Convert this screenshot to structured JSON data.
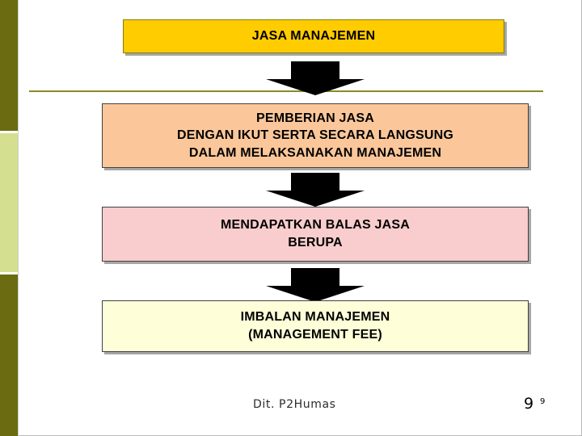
{
  "slide": {
    "title_box": {
      "label": "JASA MANAJEMEN",
      "color": "#ffcc00"
    },
    "steps": [
      {
        "label": "PEMBERIAN JASA\nDENGAN IKUT SERTA SECARA LANGSUNG\nDALAM MELAKSANAKAN MANAJEMEN",
        "color": "#fbc79a"
      },
      {
        "label": "MENDAPATKAN BALAS JASA\nBERUPA",
        "color": "#f9cdcd"
      },
      {
        "label": "IMBALAN MANAJEMEN\n(MANAGEMENT FEE)",
        "color": "#feffd9"
      }
    ],
    "connectors": [
      {
        "name": "down-arrow-1"
      },
      {
        "name": "down-arrow-2"
      },
      {
        "name": "down-arrow-3"
      }
    ],
    "footer": {
      "source": "Dit. P2Humas",
      "page_number": "9",
      "page_number_superscript": "9"
    },
    "decor": {
      "bar_olive": "#6b6b12",
      "bar_lime": "#d4df90",
      "rule_color": "#8a8a2a"
    }
  }
}
